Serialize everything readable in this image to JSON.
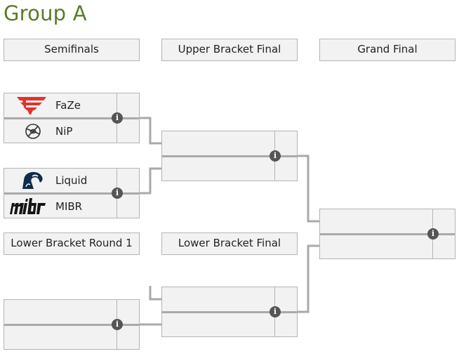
{
  "group_title": "Group A",
  "rounds": {
    "semifinals": "Semifinals",
    "upper_final": "Upper Bracket Final",
    "grand_final": "Grand Final",
    "lower_round1": "Lower Bracket Round 1",
    "lower_final": "Lower Bracket Final"
  },
  "matches": {
    "semi1": {
      "team1": "FaZe",
      "team2": "NiP"
    },
    "semi2": {
      "team1": "Liquid",
      "team2": "MIBR"
    }
  },
  "info_glyph": "i",
  "icons": {
    "faze": "faze-clan-logo-icon",
    "nip": "ninjas-in-pyjamas-logo-icon",
    "liquid": "team-liquid-horse-logo-icon",
    "mibr": "mibr-wordmark-logo-icon",
    "info": "info-icon"
  },
  "colors": {
    "title": "#5b7b27",
    "box_bg": "#f2f2f2",
    "border": "#b4b4b4",
    "connector": "#a9a9a9",
    "faze_red": "#e4312b"
  }
}
